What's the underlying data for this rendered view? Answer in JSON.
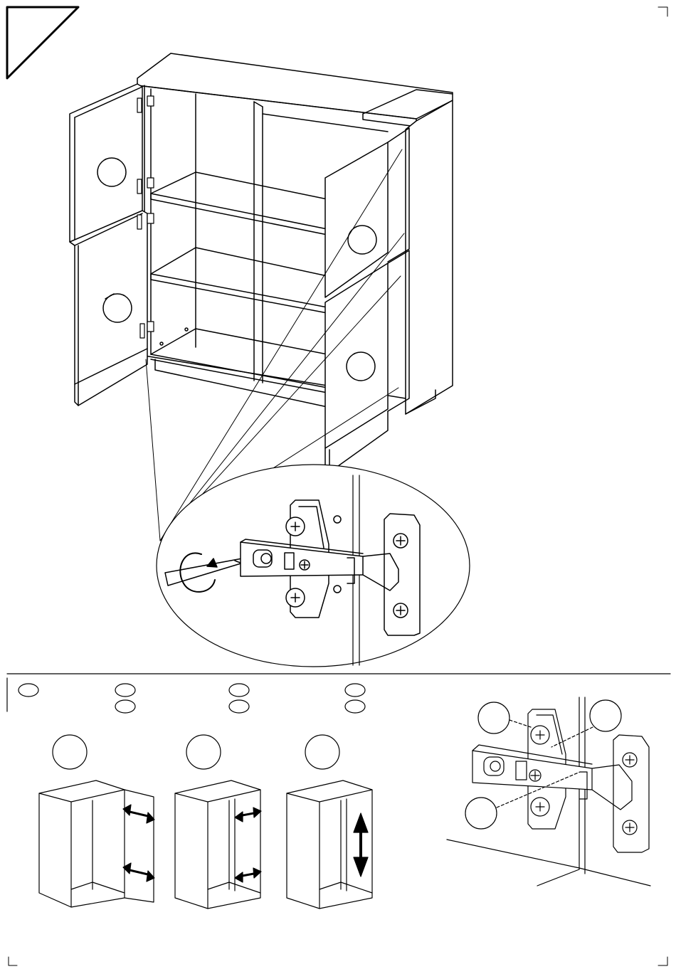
{
  "page": {
    "background": "#ffffff",
    "line_color": "#000000",
    "has_text": false
  },
  "steps": {
    "main": {
      "step_marker": "triangle-corner",
      "cabinet": {
        "doors_open": 4,
        "shelves": 2
      },
      "callout": "hinge-detail",
      "tool": "screwdriver-turning"
    },
    "adjust": {
      "part_circles_header": 7,
      "views": [
        {
          "adjustment": "depth",
          "arrows": 2
        },
        {
          "adjustment": "side",
          "arrows": 2
        },
        {
          "adjustment": "height",
          "arrows": 1
        }
      ],
      "hinge_screw_callouts": 3
    }
  }
}
